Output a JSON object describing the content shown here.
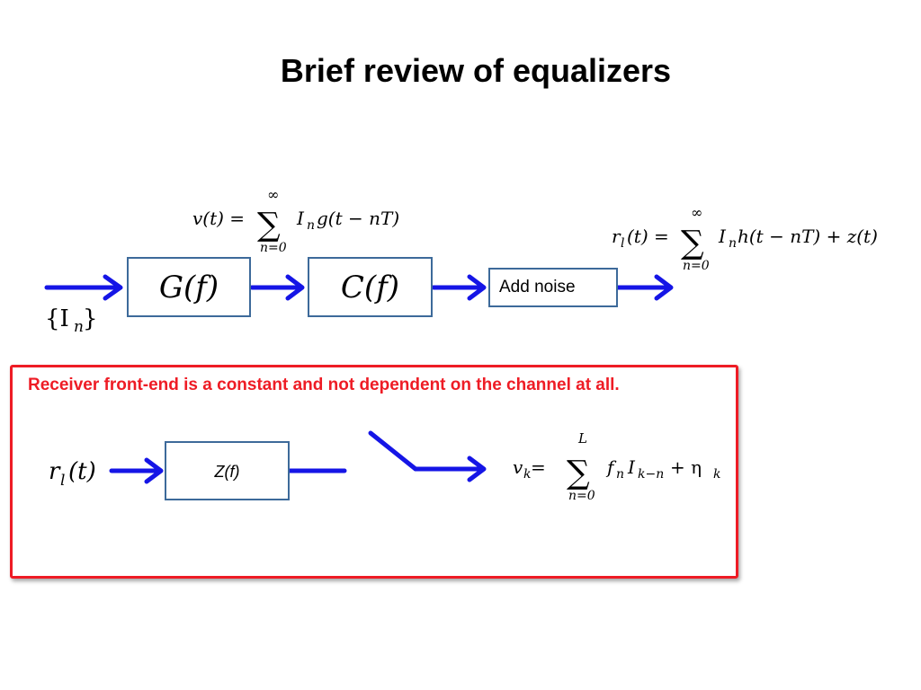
{
  "slide": {
    "title": "Brief review of equalizers"
  },
  "top_diagram": {
    "input_label": "{I",
    "input_sub": "n",
    "input_close": "}",
    "block_g": "G(f)",
    "block_c": "C(f)",
    "block_noise": "Add noise",
    "eq_v": {
      "lhs": "v(t) =",
      "sum_top": "∞",
      "sum_bottom": "n=0",
      "rhs": "I",
      "rhs_sub": "n",
      "rhs_tail": "g(t − nT)"
    },
    "eq_r": {
      "lhs": "r",
      "lhs_sub": "l",
      "lhs_tail": "(t) =",
      "sum_top": "∞",
      "sum_bottom": "n=0",
      "rhs": "I",
      "rhs_sub": "n",
      "rhs_tail": "h(t − nT) + z(t)"
    }
  },
  "note_box": {
    "text": "Receiver front-end is a constant and not dependent on the channel at all.",
    "input_label": "r",
    "input_sub": "l",
    "input_tail": "(t)",
    "block_z": "Z(f)",
    "eq_vk": {
      "lhs": "v",
      "lhs_sub": "k",
      "eq": " =",
      "sum_top": "L",
      "sum_bottom": "n=0",
      "rhs": "f",
      "rhs_sub1": "n",
      "rhs_mid": "I",
      "rhs_sub2": "k−n",
      "rhs_tail": " + η",
      "rhs_sub3": "k"
    }
  },
  "colors": {
    "arrow": "#1515e6",
    "block_border": "#3d6a9a",
    "note_border": "#ee1c25",
    "note_text": "#ee1c25"
  }
}
